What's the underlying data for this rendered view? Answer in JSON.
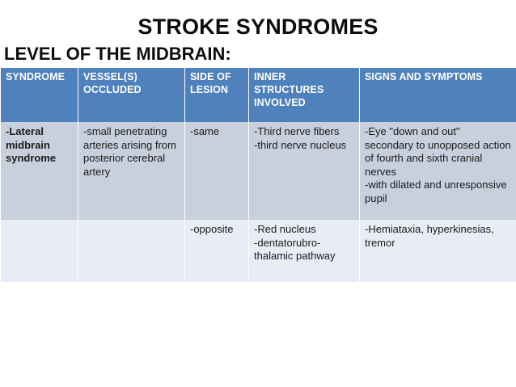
{
  "slide": {
    "title": "STROKE SYNDROMES",
    "subtitle": "LEVEL OF THE MIDBRAIN:"
  },
  "colors": {
    "header_bg": "#4f81bd",
    "header_text": "#ffffff",
    "row_a_bg": "#c8d0de",
    "row_b_bg": "#e8ecf4",
    "body_text": "#1a1a1a",
    "gridline": "#ffffff",
    "page_bg": "#ffffff"
  },
  "table": {
    "columns": [
      "SYNDROME",
      "VESSEL(S) OCCLUDED",
      "SIDE OF LESION",
      "INNER STRUCTURES INVOLVED",
      "SIGNS AND SYMPTOMS"
    ],
    "rows": [
      {
        "syndrome": "-Lateral midbrain syndrome",
        "vessels_occluded": "-small penetrating arteries arising from posterior cerebral artery",
        "side_of_lesion": "-same",
        "inner_structures_involved_line1": "-Third nerve fibers",
        "inner_structures_involved_line2": "-third nerve nucleus",
        "signs_and_symptoms_line1": "-Eye \"down and out\" secondary to unopposed action of fourth and sixth cranial nerves",
        "signs_and_symptoms_line2": "-with dilated and unresponsive pupil"
      },
      {
        "syndrome": "",
        "vessels_occluded": "",
        "side_of_lesion": "-opposite",
        "inner_structures_involved_line1": "-Red nucleus",
        "inner_structures_involved_line2": "-dentatorubro-thalamic pathway",
        "signs_and_symptoms_line1": "-Hemiataxia, hyperkinesias, tremor",
        "signs_and_symptoms_line2": ""
      }
    ]
  }
}
